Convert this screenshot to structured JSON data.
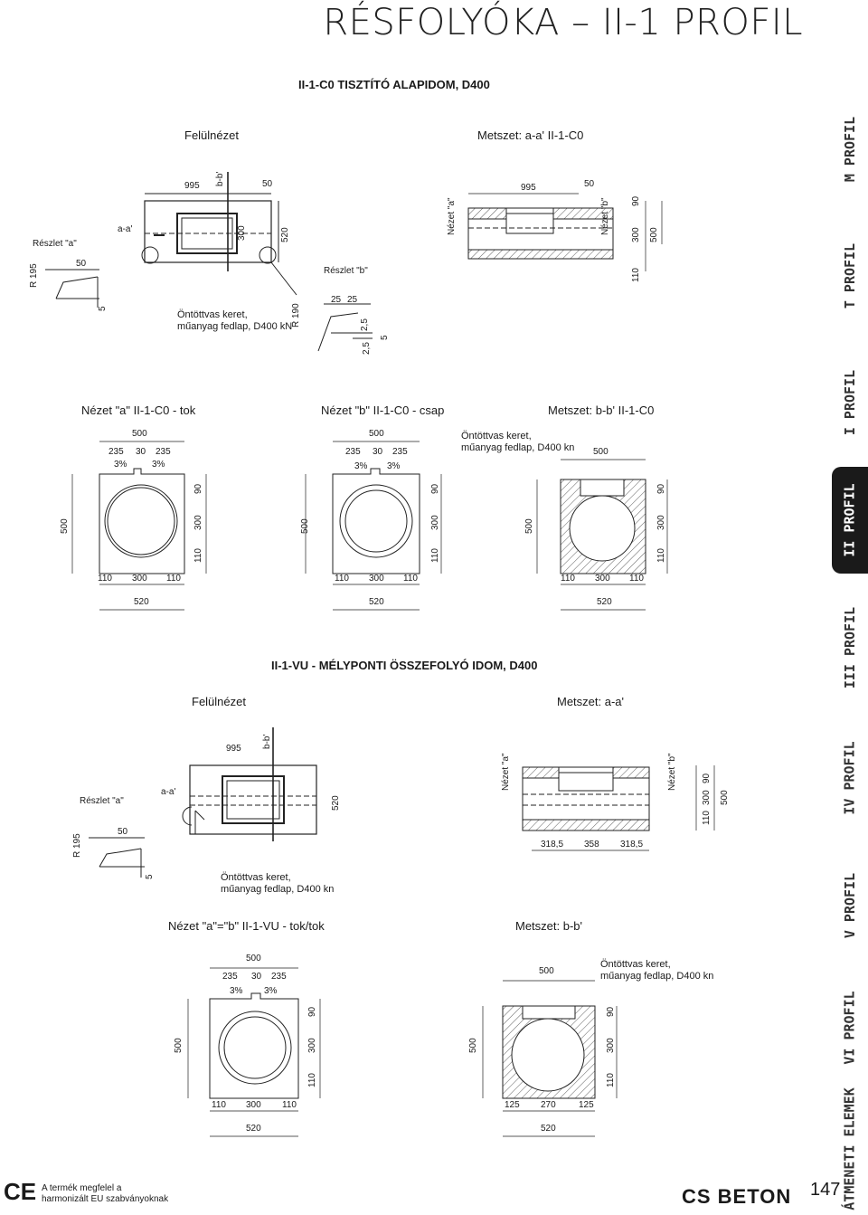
{
  "page_title": "RÉSFOLYÓKA – II-1 PROFIL",
  "sections": {
    "c0_title": "II-1-C0 TISZTÍTÓ ALAPIDOM, D400",
    "vu_title": "II-1-VU - MÉLYPONTI ÖSSZEFOLYÓ IDOM, D400"
  },
  "views": {
    "c0_top": "Felülnézet",
    "c0_section_aa": "Metszet: a-a' II-1-C0",
    "c0_view_a": "Nézet \"a\" II-1-C0 - tok",
    "c0_view_b": "Nézet \"b\" II-1-C0 - csap",
    "c0_section_bb": "Metszet: b-b' II-1-C0",
    "vu_top": "Felülnézet",
    "vu_section_aa": "Metszet: a-a'",
    "vu_view_ab": "Nézet \"a\"=\"b\" II-1-VU - tok/tok",
    "vu_section_bb": "Metszet: b-b'"
  },
  "labels": {
    "detail_a": "Részlet \"a\"",
    "detail_b": "Részlet \"b\"",
    "view_a": "Nézet \"a\"",
    "view_b": "Nézet \"b\"",
    "cut_aa": "a-a'",
    "cut_bb": "b-b'",
    "r195": "R 195",
    "r190": "R 190",
    "slope": "3%"
  },
  "notes": {
    "frame_line1": "Öntöttvas keret,",
    "frame_line2": "műanyag fedlap, D400 kN",
    "frame_line2_kn": "műanyag fedlap, D400 kn"
  },
  "dims": {
    "d995": "995",
    "d50": "50",
    "d520": "520",
    "d300": "300",
    "d500": "500",
    "d5": "5",
    "d25": "25",
    "d2_5": "2,5",
    "d90": "90",
    "d110": "110",
    "d235": "235",
    "d30": "30",
    "d318_5": "318,5",
    "d358": "358",
    "d125": "125",
    "d270": "270"
  },
  "side_tabs": [
    "M PROFIL",
    "T PROFIL",
    "I PROFIL",
    "II PROFIL",
    "III PROFIL",
    "IV PROFIL",
    "V PROFIL",
    "VI PROFIL",
    "ÁTMENETI ELEMEK"
  ],
  "active_tab": "II PROFIL",
  "footer": {
    "ce": "CE",
    "line1": "A termék megfelel a",
    "line2": "harmonizált EU szabványoknak",
    "brand": "CS BETON",
    "page_number": "147"
  }
}
